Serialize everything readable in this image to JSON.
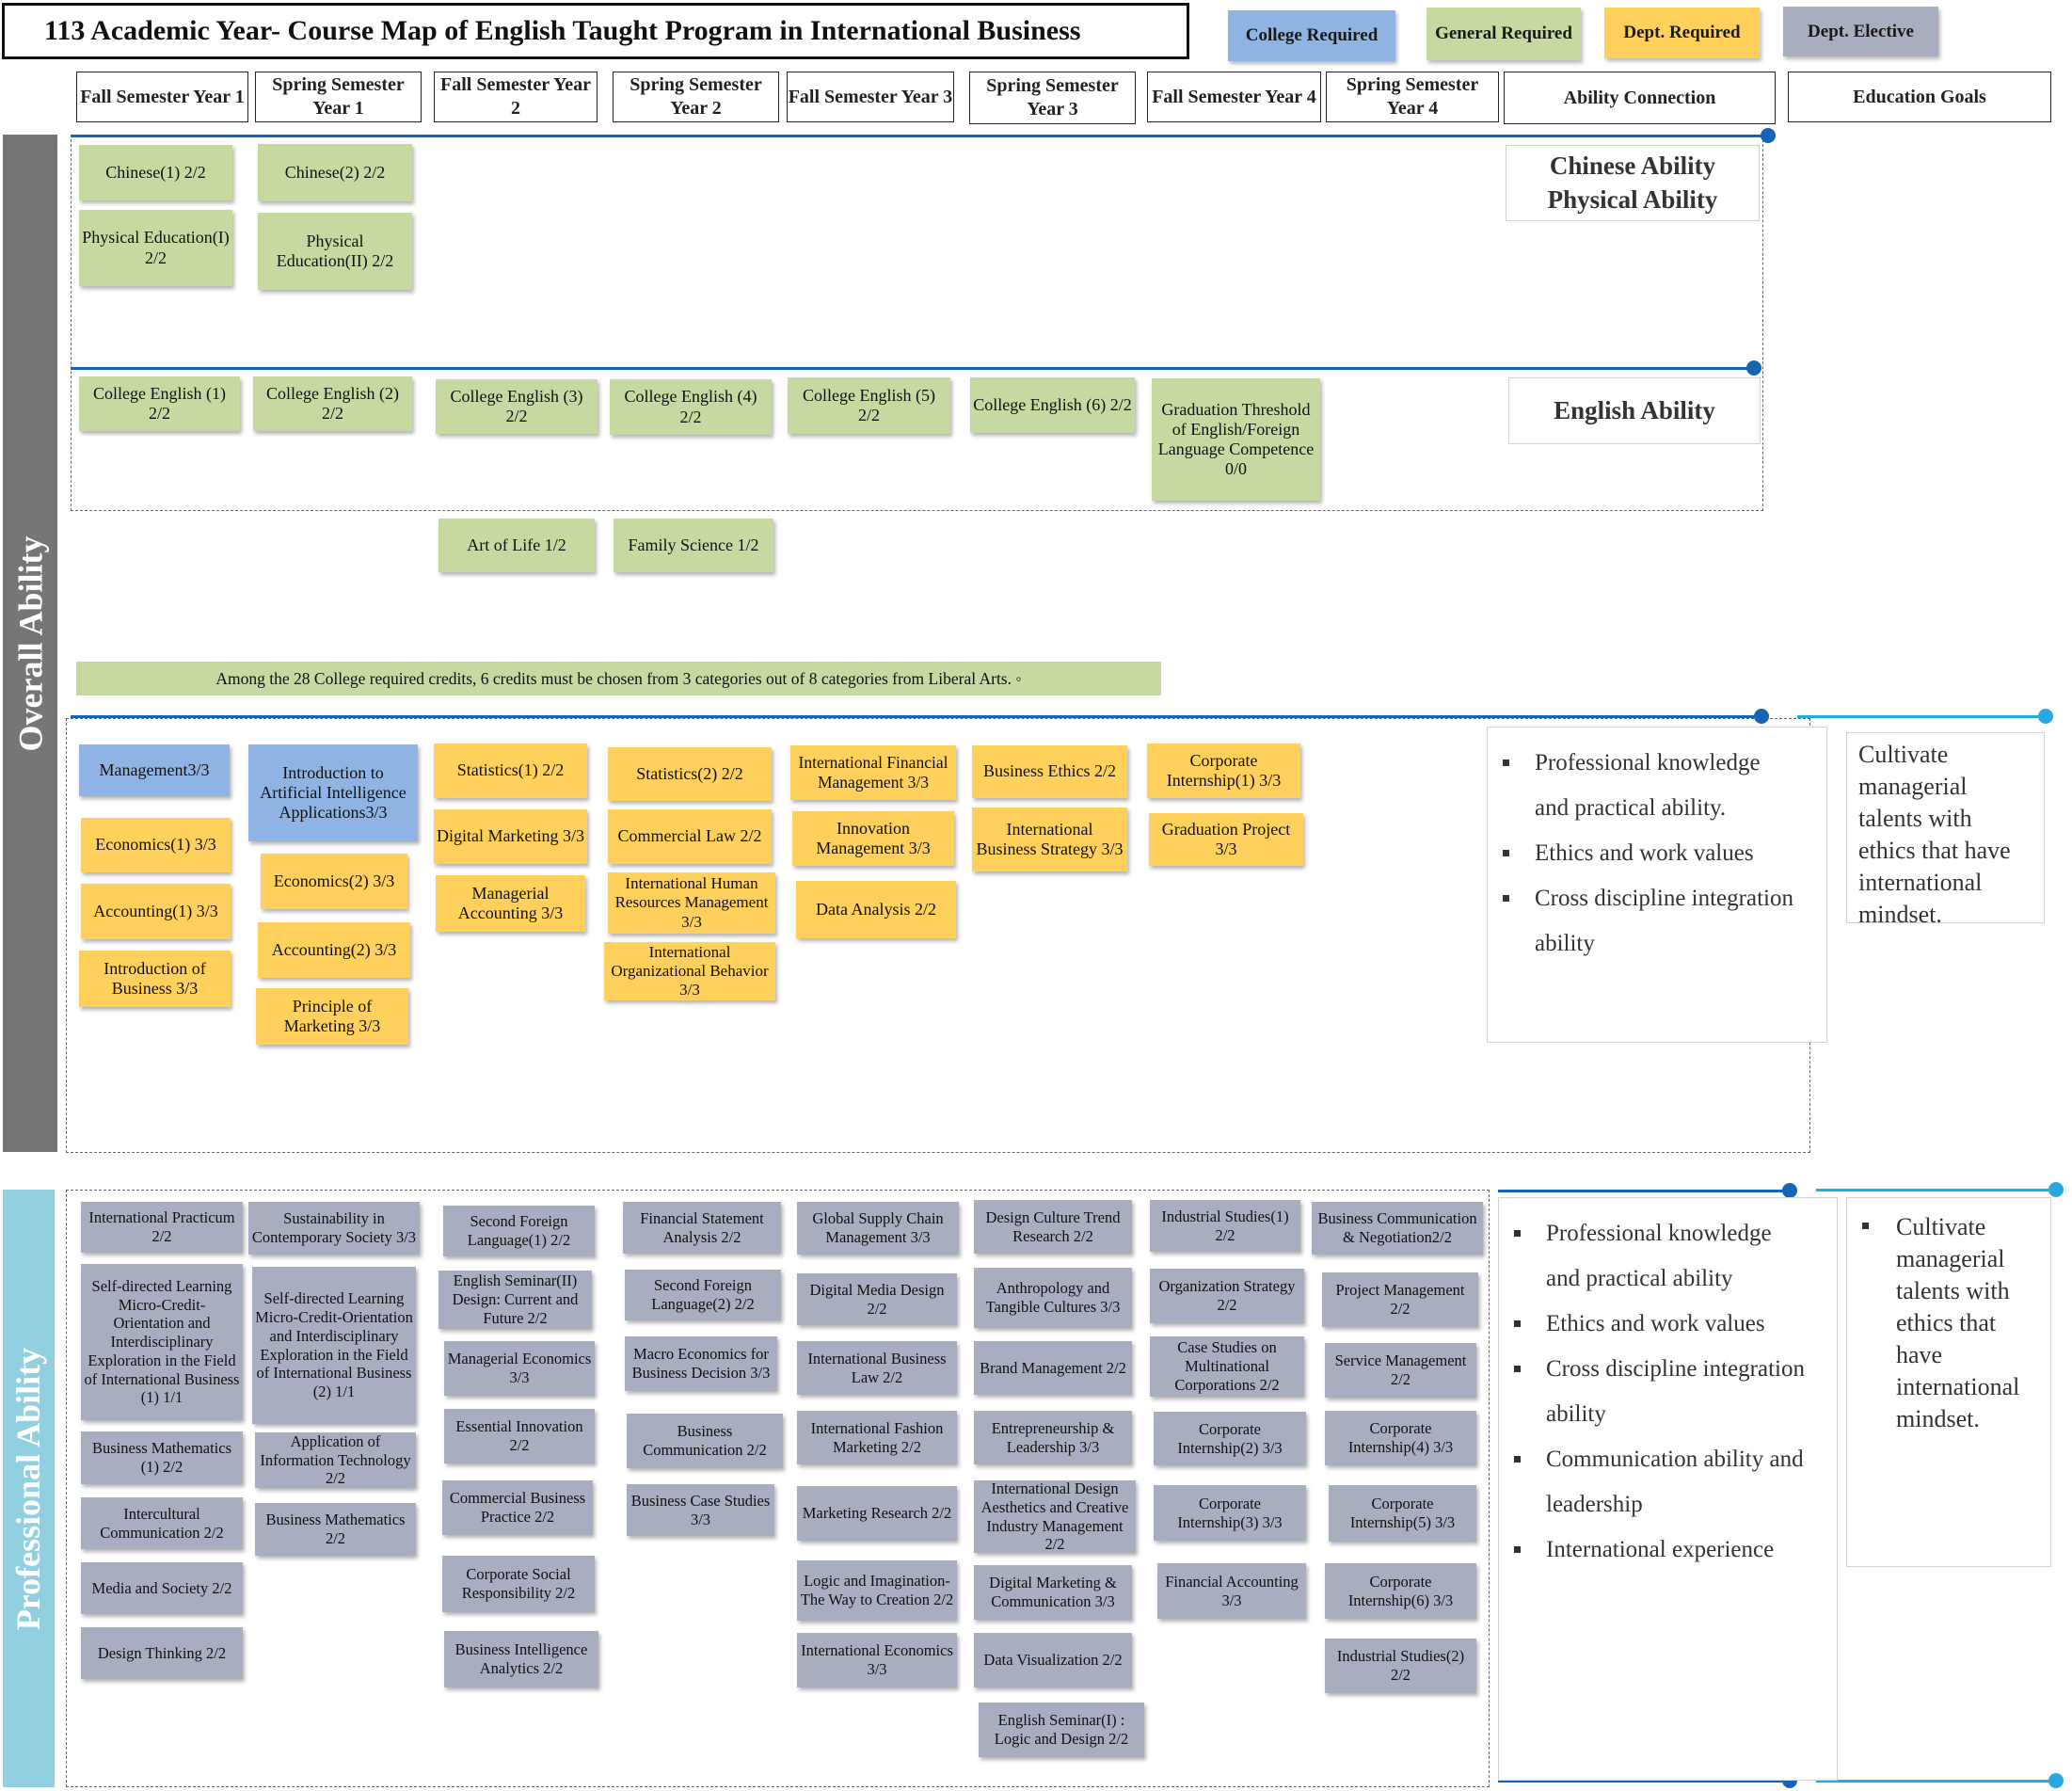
{
  "title": "113 Academic Year- Course Map of English Taught Program in International Business",
  "legend": {
    "college": "College Required",
    "general": "General Required",
    "dept_required": "Dept. Required",
    "dept_elective": "Dept. Elective"
  },
  "colors": {
    "general_required": "#c6d9a0",
    "college_required": "#8fb4e3",
    "dept_required": "#ffd05c",
    "dept_elective": "#a9adc0",
    "overall_side": "#767676",
    "professional_side": "#92cfe0",
    "line_dark": "#1565b4",
    "line_light": "#29a8e0"
  },
  "headers": [
    "Fall Semester Year 1",
    "Spring Semester Year 1",
    "Fall Semester Year 2",
    "Spring Semester Year 2",
    "Fall Semester Year 3",
    "Spring Semester Year 3",
    "Fall Semester Year 4",
    "Spring Semester Year 4",
    "Ability Connection",
    "Education Goals"
  ],
  "sides": {
    "overall": "Overall Ability",
    "professional": "Professional Ability"
  },
  "abilities": {
    "chinese": "Chinese Ability Physical Ability",
    "english": "English Ability"
  },
  "note": "Among the 28 College required credits, 6 credits must be chosen from 3 categories out of 8 categories from Liberal Arts. ◦",
  "general_courses": [
    "Chinese(1) 2/2",
    "Chinese(2) 2/2",
    "Physical Education(I) 2/2",
    "Physical Education(II) 2/2",
    "College English (1) 2/2",
    "College English (2) 2/2",
    "College English (3) 2/2",
    "College English (4) 2/2",
    "College English (5) 2/2",
    "College English (6) 2/2",
    "Graduation Threshold of English/Foreign Language Competence 0/0",
    "Art of Life 1/2",
    "Family Science 1/2"
  ],
  "college_courses": [
    "Management3/3",
    "Introduction to Artificial Intelligence Applications3/3"
  ],
  "dept_required_courses": [
    "Economics(1) 3/3",
    "Accounting(1) 3/3",
    "Introduction of Business 3/3",
    "Economics(2) 3/3",
    "Accounting(2) 3/3",
    "Principle of Marketing 3/3",
    "Statistics(1) 2/2",
    "Digital Marketing 3/3",
    "Managerial Accounting 3/3",
    "Statistics(2) 2/2",
    "Commercial Law 2/2",
    "International Human Resources Management 3/3",
    "International Organizational Behavior 3/3",
    "International Financial Management 3/3",
    "Innovation Management 3/3",
    "Data Analysis 2/2",
    "Business Ethics 2/2",
    "International Business Strategy 3/3",
    "Corporate Internship(1) 3/3",
    "Graduation Project 3/3"
  ],
  "elective_courses": [
    "International Practicum 2/2",
    "Self-directed Learning Micro-Credit-Orientation and Interdisciplinary Exploration in the Field of International Business (1) 1/1",
    "Business Mathematics (1) 2/2",
    "Intercultural Communication 2/2",
    "Media and Society 2/2",
    "Design Thinking 2/2",
    "Sustainability in Contemporary Society 3/3",
    "Self-directed Learning Micro-Credit-Orientation and Interdisciplinary Exploration in the Field of International Business (2) 1/1",
    "Application of Information Technology 2/2",
    "Business Mathematics 2/2",
    "Second Foreign Language(1) 2/2",
    "English Seminar(II) Design: Current and Future 2/2",
    "Managerial Economics 3/3",
    "Essential Innovation 2/2",
    "Commercial Business Practice 2/2",
    "Corporate Social Responsibility 2/2",
    "Business Intelligence Analytics 2/2",
    "Financial Statement Analysis 2/2",
    "Second Foreign Language(2) 2/2",
    "Macro Economics for Business Decision 3/3",
    "Business Communication 2/2",
    "Business Case Studies 3/3",
    "Global Supply Chain Management 3/3",
    "Digital Media Design 2/2",
    "International Business Law 2/2",
    "International Fashion Marketing 2/2",
    "Marketing Research 2/2",
    "Logic and Imagination-The Way to Creation 2/2",
    "International Economics 3/3",
    "Design Culture Trend Research 2/2",
    "Anthropology and Tangible Cultures 3/3",
    "Brand Management 2/2",
    "Entrepreneurship & Leadership 3/3",
    "International Design Aesthetics and Creative Industry Management 2/2",
    "Digital Marketing & Communication 3/3",
    "Data Visualization 2/2",
    "English Seminar(I) : Logic and Design 2/2",
    "Industrial Studies(1) 2/2",
    "Organization Strategy 2/2",
    "Case Studies on Multinational Corporations 2/2",
    "Corporate Internship(2) 3/3",
    "Corporate Internship(3) 3/3",
    "Financial Accounting 3/3",
    "Business Communication & Negotiation2/2",
    "Project Management 2/2",
    "Service Management 2/2",
    "Corporate Internship(4) 3/3",
    "Corporate Internship(5) 3/3",
    "Corporate Internship(6) 3/3",
    "Industrial Studies(2) 2/2"
  ],
  "overall_connection": [
    "Professional knowledge",
    "and practical ability.",
    "Ethics and work values",
    "Cross discipline integration",
    "ability"
  ],
  "professional_connection": [
    "Professional knowledge",
    "and practical ability",
    "Ethics and work values",
    "Cross discipline integration",
    "ability",
    "Communication ability and",
    "leadership",
    "International experience"
  ],
  "overall_goal": "Cultivate managerial talents with ethics that have international mindset.",
  "professional_goal": "Cultivate managerial talents with ethics that have international mindset."
}
